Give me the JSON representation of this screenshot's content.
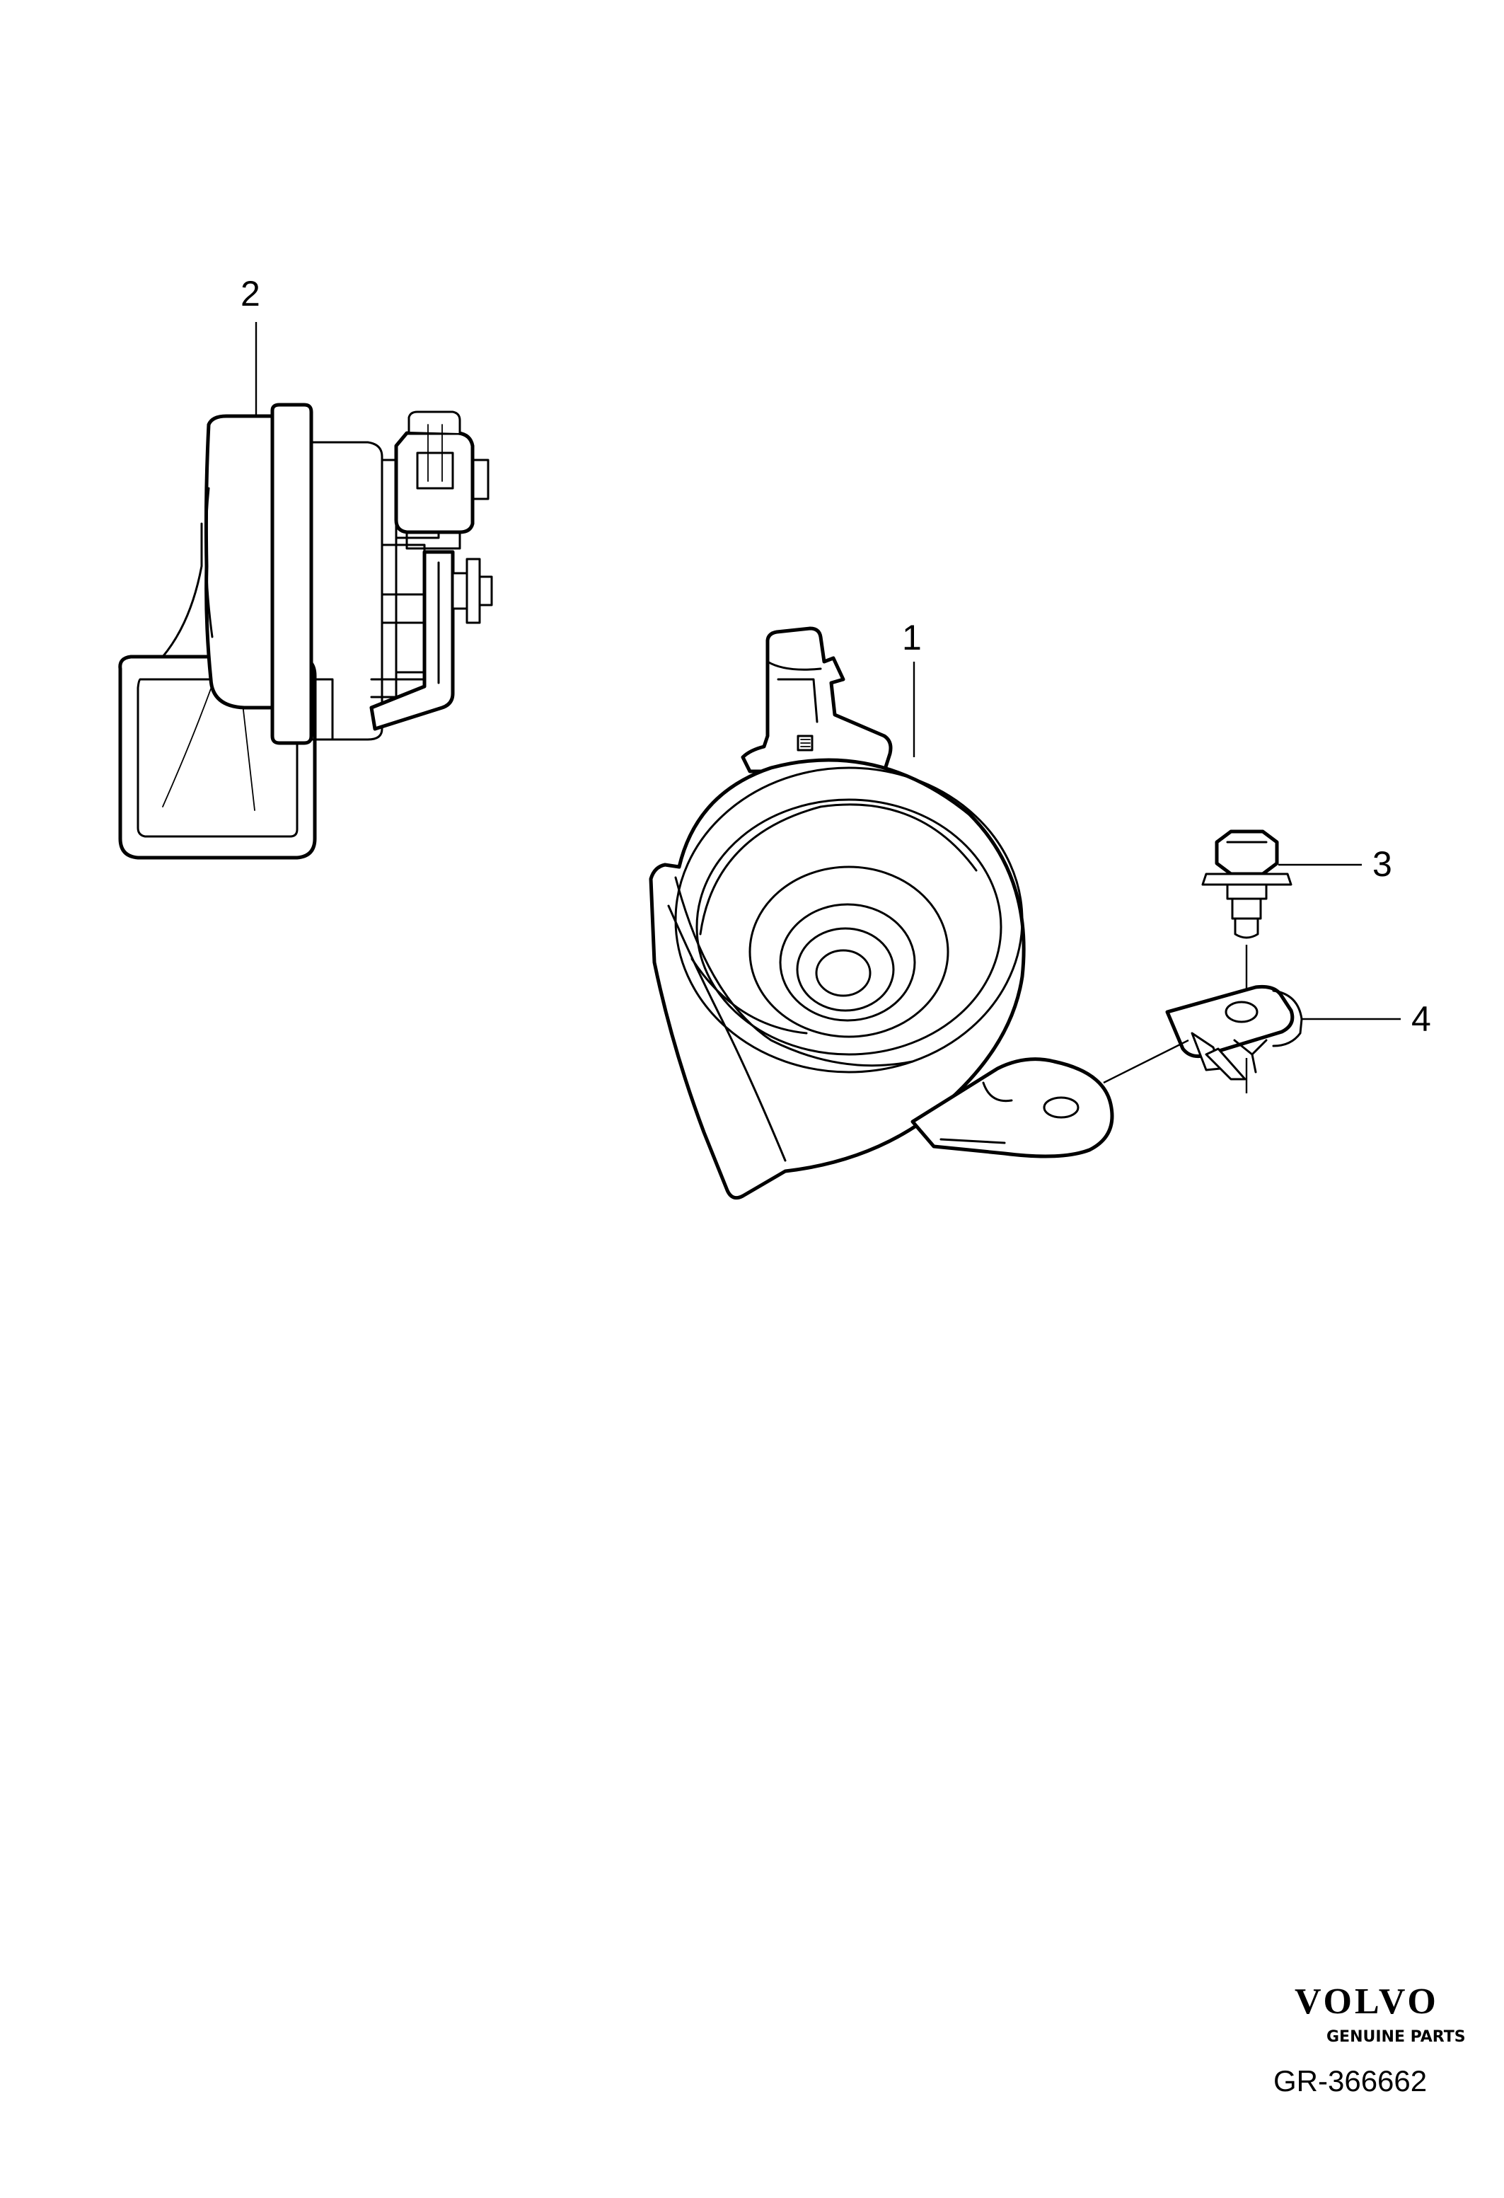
{
  "callouts": {
    "item_1": "1",
    "item_2": "2",
    "item_3": "3",
    "item_4": "4"
  },
  "brand": {
    "name": "VOLVO",
    "tagline": "GENUINE PARTS"
  },
  "reference": "GR-366662",
  "colors": {
    "line": "#000000",
    "background": "#ffffff"
  }
}
